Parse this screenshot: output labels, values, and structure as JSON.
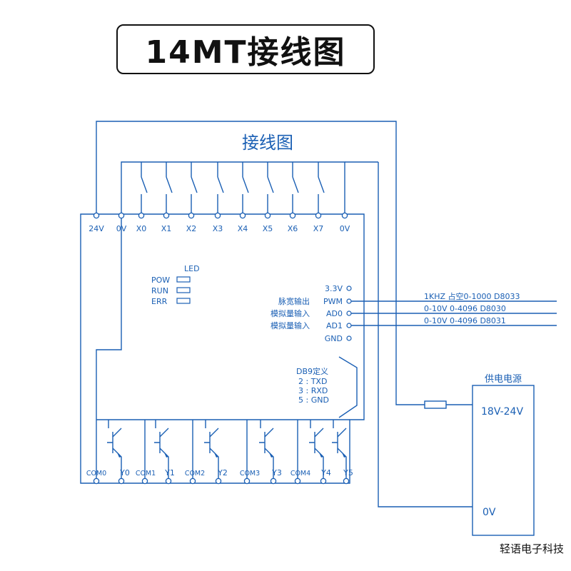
{
  "page_title": "14MT接线图",
  "diagram_title": "接线图",
  "brand": "轻语电子科技",
  "colors": {
    "wire": "#1a5fb4",
    "text": "#111111",
    "background": "#ffffff"
  },
  "top_terminals": [
    "24V",
    "0V",
    "X0",
    "X1",
    "X2",
    "X3",
    "X4",
    "X5",
    "X6",
    "X7",
    "0V"
  ],
  "bottom_terminals": [
    "COM0",
    "Y0",
    "COM1",
    "Y1",
    "COM2",
    "Y2",
    "COM3",
    "Y3",
    "COM4",
    "Y4",
    "Y5"
  ],
  "led": {
    "header": "LED",
    "items": [
      "POW",
      "RUN",
      "ERR"
    ]
  },
  "io_pins": [
    {
      "left_label": "",
      "name": "3.3V",
      "right_label": ""
    },
    {
      "left_label": "脉宽输出",
      "name": "PWM",
      "right_label": "1KHZ 占空0-1000 D8033"
    },
    {
      "left_label": "模拟量输入",
      "name": "AD0",
      "right_label": "0-10V 0-4096 D8030"
    },
    {
      "left_label": "模拟量输入",
      "name": "AD1",
      "right_label": "0-10V 0-4096 D8031"
    },
    {
      "left_label": "",
      "name": "GND",
      "right_label": ""
    }
  ],
  "db9": {
    "title": "DB9定义",
    "lines": [
      "2 : TXD",
      "3 : RXD",
      "5 : GND"
    ]
  },
  "power_supply": {
    "title": "供电电源",
    "positive": "18V-24V",
    "negative": "0V"
  }
}
